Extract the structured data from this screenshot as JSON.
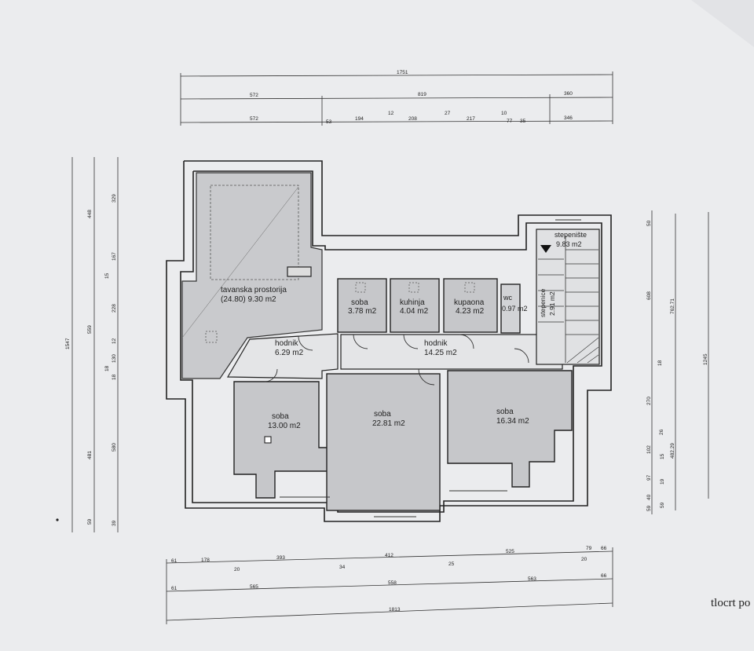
{
  "rooms": {
    "tavanska": {
      "name": "tavanska prostorija",
      "area": "(24.80) 9.30 m2"
    },
    "soba_small": {
      "name": "soba",
      "area": "3.78 m2"
    },
    "kuhinja": {
      "name": "kuhinja",
      "area": "4.04 m2"
    },
    "kupaona": {
      "name": "kupaona",
      "area": "4.23 m2"
    },
    "wc": {
      "name": "wc",
      "area": "0.97 m2"
    },
    "stepeniste": {
      "name": "stepenište",
      "area": "9.83 m2"
    },
    "stepenice": {
      "name": "stepenice",
      "area": "2.91 m2"
    },
    "hodnik1": {
      "name": "hodnik",
      "area": "6.29 m2"
    },
    "hodnik2": {
      "name": "hodnik",
      "area": "14.25 m2"
    },
    "soba_left": {
      "name": "soba",
      "area": "13.00 m2"
    },
    "soba_mid": {
      "name": "soba",
      "area": "22.81 m2"
    },
    "soba_right": {
      "name": "soba",
      "area": "16.34 m2"
    }
  },
  "dimensions": {
    "top_total": "1751",
    "top_row2": [
      "572",
      "819",
      "360"
    ],
    "top_row3": [
      "572",
      "53",
      "194",
      "12",
      "208",
      "27",
      "217",
      "10",
      "77",
      "35",
      "346"
    ],
    "left_outer": "1547",
    "left_mid": [
      "59",
      "481",
      "18",
      "559",
      "15",
      "448"
    ],
    "left_inner": [
      "39",
      "580",
      "18",
      "130",
      "12",
      "228",
      "167",
      "329"
    ],
    "right_inner": [
      "59",
      "40",
      "97",
      "102",
      "26",
      "270",
      "18",
      "608",
      "50"
    ],
    "right_mid": [
      "59",
      "19",
      "15",
      "482.29",
      "762.71"
    ],
    "right_outer": "1245",
    "bottom_row1": [
      "61",
      "178",
      "20",
      "393",
      "34",
      "412",
      "25",
      "525",
      "20",
      "79",
      "66"
    ],
    "bottom_row2": [
      "61",
      "565",
      "558",
      "563",
      "66"
    ],
    "bottom_total": "1813"
  },
  "caption": "tlocrt po"
}
